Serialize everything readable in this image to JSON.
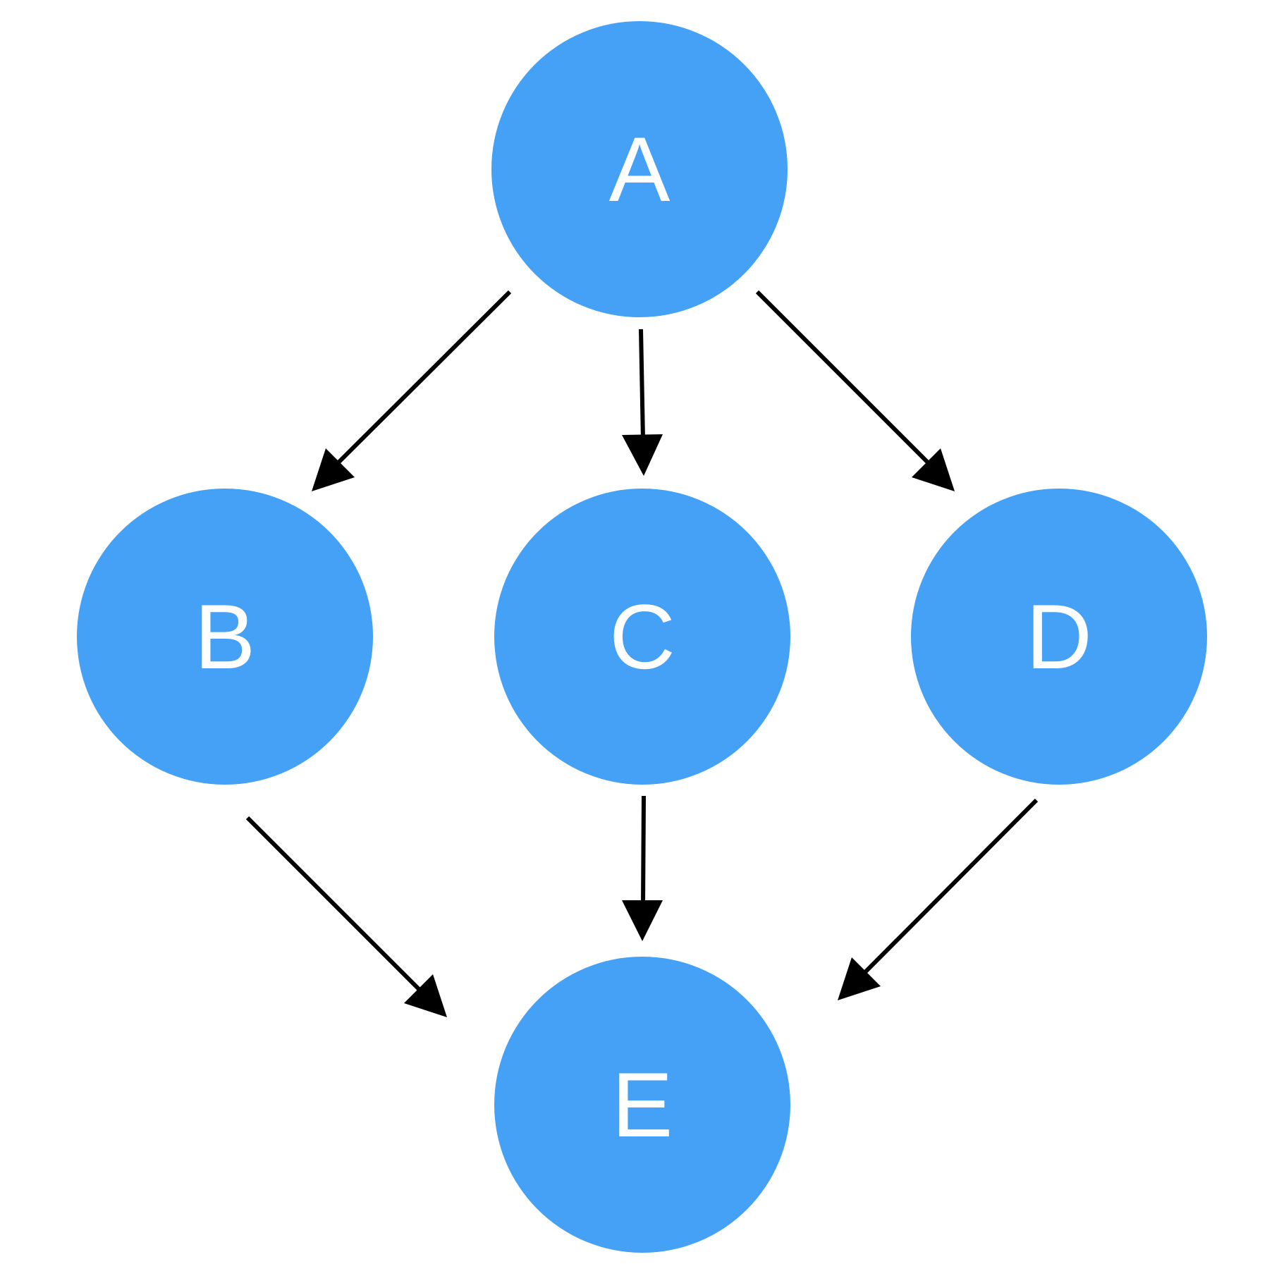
{
  "diagram": {
    "type": "directed-graph",
    "node_color": "#45a1f6",
    "label_color": "#ffffff",
    "edge_color": "#000000",
    "nodes": [
      {
        "id": "A",
        "label": "A"
      },
      {
        "id": "B",
        "label": "B"
      },
      {
        "id": "C",
        "label": "C"
      },
      {
        "id": "D",
        "label": "D"
      },
      {
        "id": "E",
        "label": "E"
      }
    ],
    "edges": [
      {
        "from": "A",
        "to": "B"
      },
      {
        "from": "A",
        "to": "C"
      },
      {
        "from": "A",
        "to": "D"
      },
      {
        "from": "B",
        "to": "E"
      },
      {
        "from": "C",
        "to": "E"
      },
      {
        "from": "D",
        "to": "E"
      }
    ]
  }
}
